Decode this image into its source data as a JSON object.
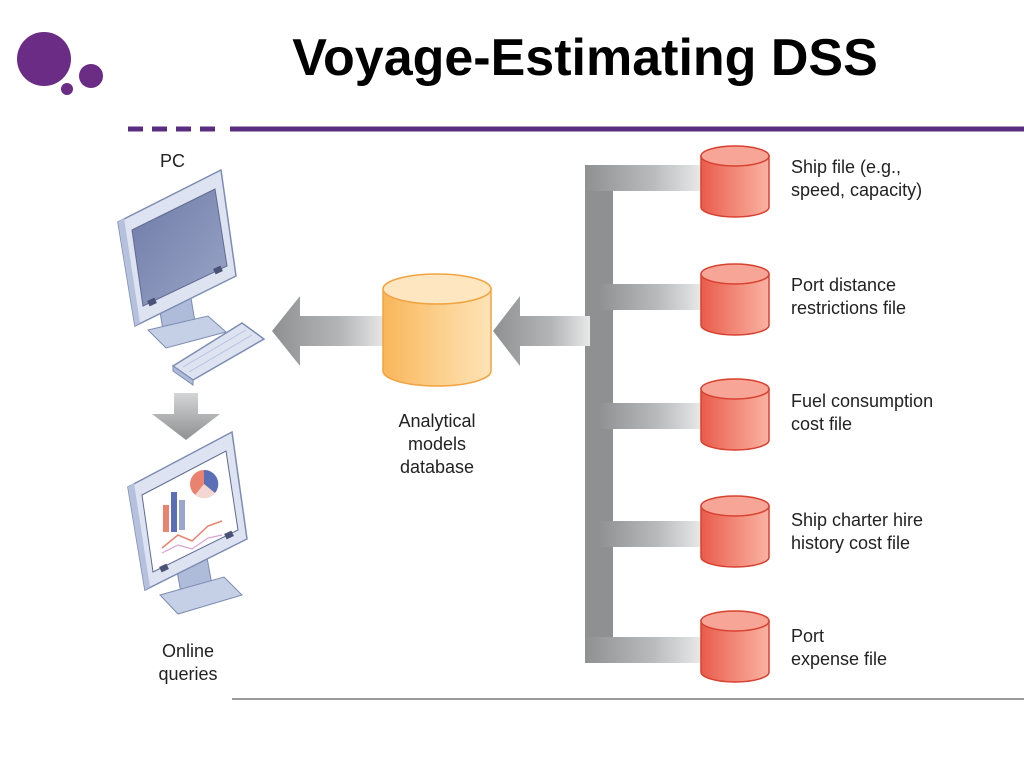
{
  "title": "Voyage-Estimating DSS",
  "colors": {
    "accent": "#5a2d82",
    "connector": "#8e9092",
    "file_db": "#ef7a6a",
    "model_db": "#fbc777",
    "monitor": "#c9d3ea"
  },
  "icons": [
    "logo-circles",
    "pc-monitor-icon",
    "keyboard-icon",
    "report-monitor-icon",
    "database-cylinder-icon"
  ],
  "pc_label": "PC",
  "online_queries": [
    "Online",
    "queries"
  ],
  "model_database": [
    "Analytical",
    "models",
    "database"
  ],
  "files": [
    {
      "lines": [
        "Ship file (e.g.,",
        "speed, capacity)"
      ]
    },
    {
      "lines": [
        "Port distance",
        "restrictions file"
      ]
    },
    {
      "lines": [
        "Fuel consumption",
        "cost file"
      ]
    },
    {
      "lines": [
        "Ship charter hire",
        "history cost file"
      ]
    },
    {
      "lines": [
        "Port",
        "expense file"
      ]
    }
  ]
}
